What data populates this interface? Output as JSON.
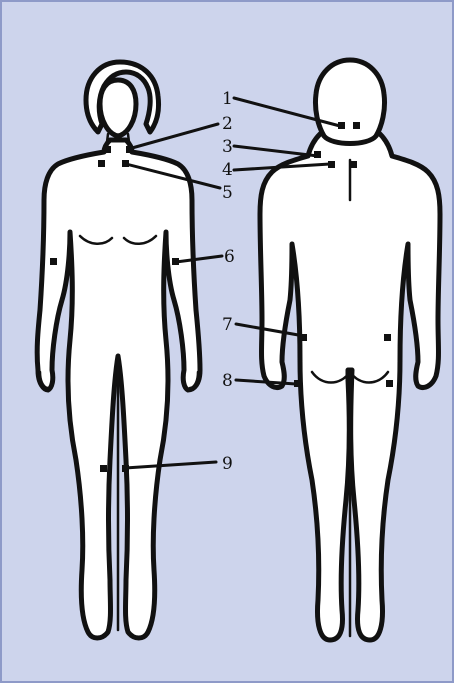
{
  "diagram": {
    "labels": [
      "1",
      "2",
      "3",
      "4",
      "5",
      "6",
      "7",
      "8",
      "9"
    ],
    "colors": {
      "background": "#cdd4ec",
      "border": "#8e9ac8",
      "ink": "#111111",
      "figure_fill": "#ffffff"
    }
  }
}
